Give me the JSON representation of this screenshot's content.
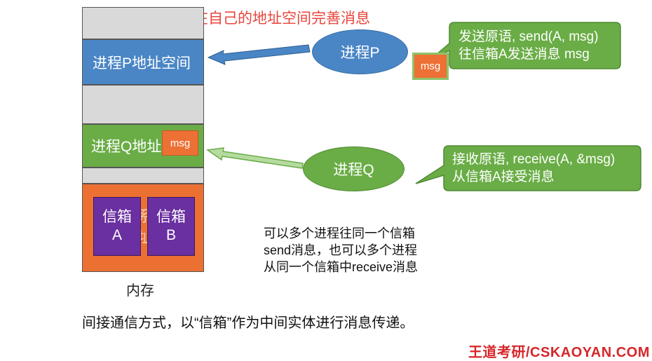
{
  "title": "在自己的地址空间完善消息",
  "memory": {
    "label": "内存",
    "process_p_space": "进程P地址空间",
    "process_q_space": "进程Q地址",
    "os_space_partial": [
      "系",
      "址"
    ],
    "mailbox_a": {
      "line1": "信箱",
      "line2": "A"
    },
    "mailbox_b": {
      "line1": "信箱",
      "line2": "B"
    }
  },
  "msg_label": "msg",
  "process_p": "进程P",
  "process_q": "进程Q",
  "callout_p": {
    "line1": "发送原语, send(A, msg)",
    "line2": "往信箱A发送消息 msg"
  },
  "callout_q": {
    "line1": "接收原语, receive(A, &msg)",
    "line2": "从信箱A接受消息"
  },
  "note": {
    "line1": "可以多个进程往同一个信箱",
    "line2": "send消息，也可以多个进程",
    "line3": "从同一个信箱中receive消息"
  },
  "bottom_text": "间接通信方式，以“信箱”作为中间实体进行消息传递。",
  "brand": "王道考研/CSKAOYAN.COM",
  "colors": {
    "blue": "#4a86c5",
    "green": "#6aad46",
    "orange": "#ed7034",
    "purple": "#6a2fa0",
    "red": "#e8453c"
  }
}
